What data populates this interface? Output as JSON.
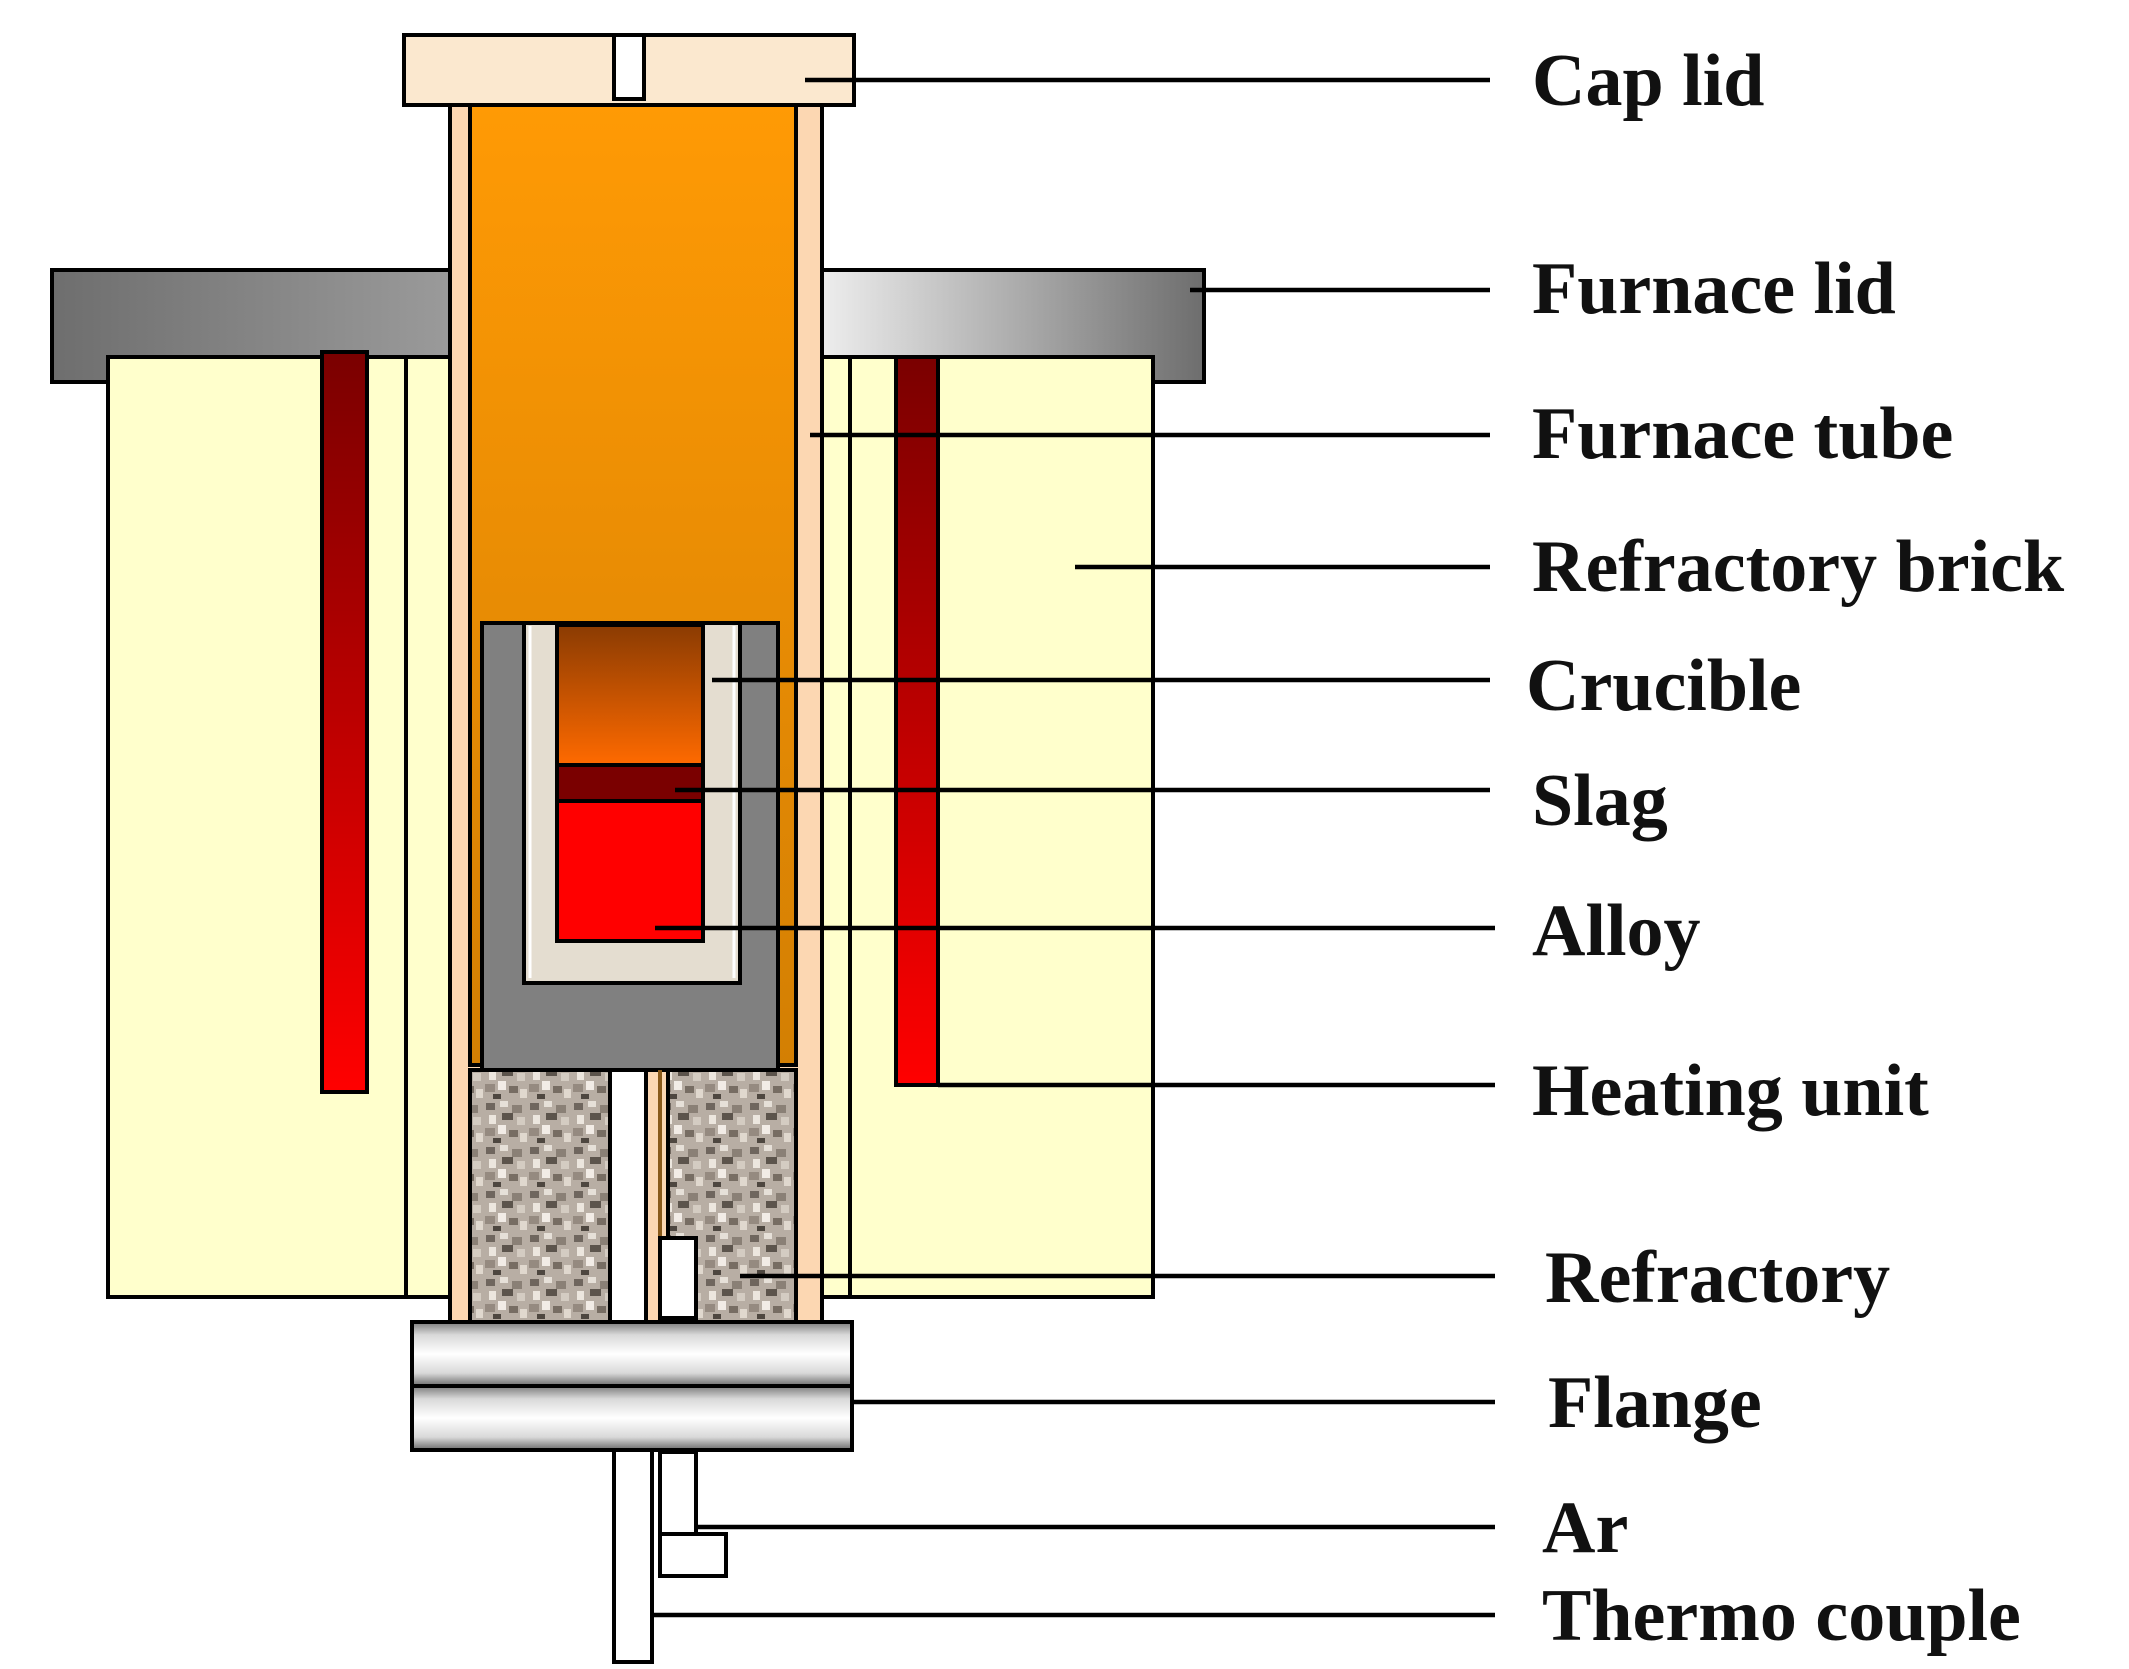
{
  "diagram": {
    "labels": {
      "cap_lid": "Cap lid",
      "furnace_lid": "Furnace lid",
      "furnace_tube": "Furnace tube",
      "refractory_brick": "Refractory brick",
      "crucible": "Crucible",
      "slag": "Slag",
      "alloy": "Alloy",
      "heating_unit": "Heating unit",
      "refractory": "Refractory",
      "flange": "Flange",
      "ar": "Ar",
      "thermo_couple": "Thermo couple"
    },
    "colors": {
      "cap_lid": "#fbe8cf",
      "furnace_tube_wall": "#fcd7b2",
      "tube_interior_top": "#ff9a05",
      "tube_interior_bottom": "#d37f03",
      "refractory_brick": "#ffffcc",
      "furnace_lid_dark": "#6e6e6e",
      "furnace_lid_light": "#eeeeee",
      "heating_unit_top": "#7a0000",
      "heating_unit_bottom": "#ff0000",
      "crucible_holder": "#808080",
      "crucible": "#e4ddd0",
      "melt_top": "#8a3b02",
      "melt_bottom": "#ff6a00",
      "slag": "#7a0000",
      "alloy": "#ff0000",
      "refractory_fill": "#b8aea4",
      "flange_light": "#ffffff",
      "flange_dark": "#7a7a7a"
    }
  }
}
